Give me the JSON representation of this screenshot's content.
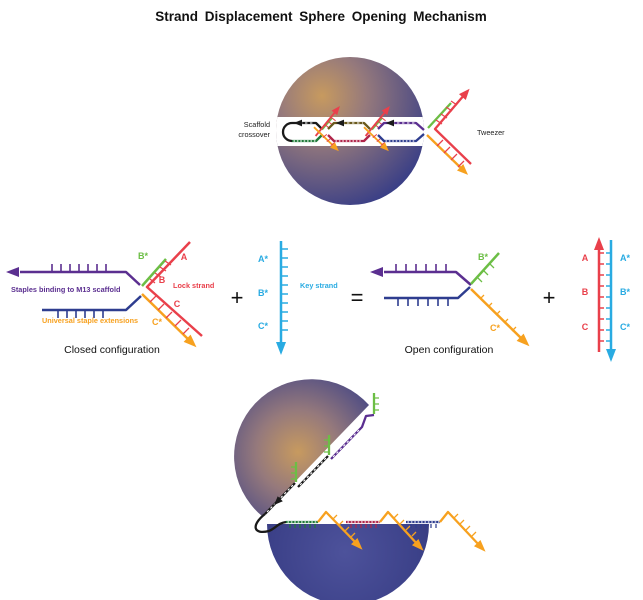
{
  "title": "Strand Displacement Sphere Opening Mechanism",
  "palette": {
    "sphere_navy": "#3b4087",
    "sphere_highlight": "#c79a5f",
    "scaffold_purple": "#5b2f90",
    "scaffold_blue": "#2e3d8f",
    "staple_green": "#6cbe45",
    "scaffold_dark_green": "#1f7a38",
    "lock_red": "#e9404b",
    "scaffold_crimson": "#b0254a",
    "staple_orange": "#f7a11f",
    "key_cyan": "#29abe2",
    "scaffold_brown": "#6b5a1d",
    "scaffold_black": "#1a1a1a"
  },
  "closed_sphere": {
    "scaffold_crossover_line1": "Scaffold",
    "scaffold_crossover_line2": "crossover",
    "tweezer_label": "Tweezer"
  },
  "closed_config": {
    "staples_label": "Staples binding to M13 scaffold",
    "extensions_label": "Universal staple extensions",
    "lock_label": "Lock strand",
    "caption": "Closed configuration",
    "domain_b_star": "B*",
    "domain_a": "A",
    "domain_b": "B",
    "domain_c": "C",
    "domain_c_star": "C*"
  },
  "operators": {
    "plus": "+",
    "equals": "="
  },
  "key_strand": {
    "label": "Key strand",
    "domain_a_star": "A*",
    "domain_b_star": "B*",
    "domain_c_star": "C*"
  },
  "open_config": {
    "caption": "Open configuration",
    "domain_b_star": "B*",
    "domain_c_star": "C*"
  },
  "waste_duplex": {
    "domain_a": "A",
    "domain_b": "B",
    "domain_c": "C",
    "domain_a_star": "A*",
    "domain_b_star": "B*",
    "domain_c_star": "C*"
  }
}
